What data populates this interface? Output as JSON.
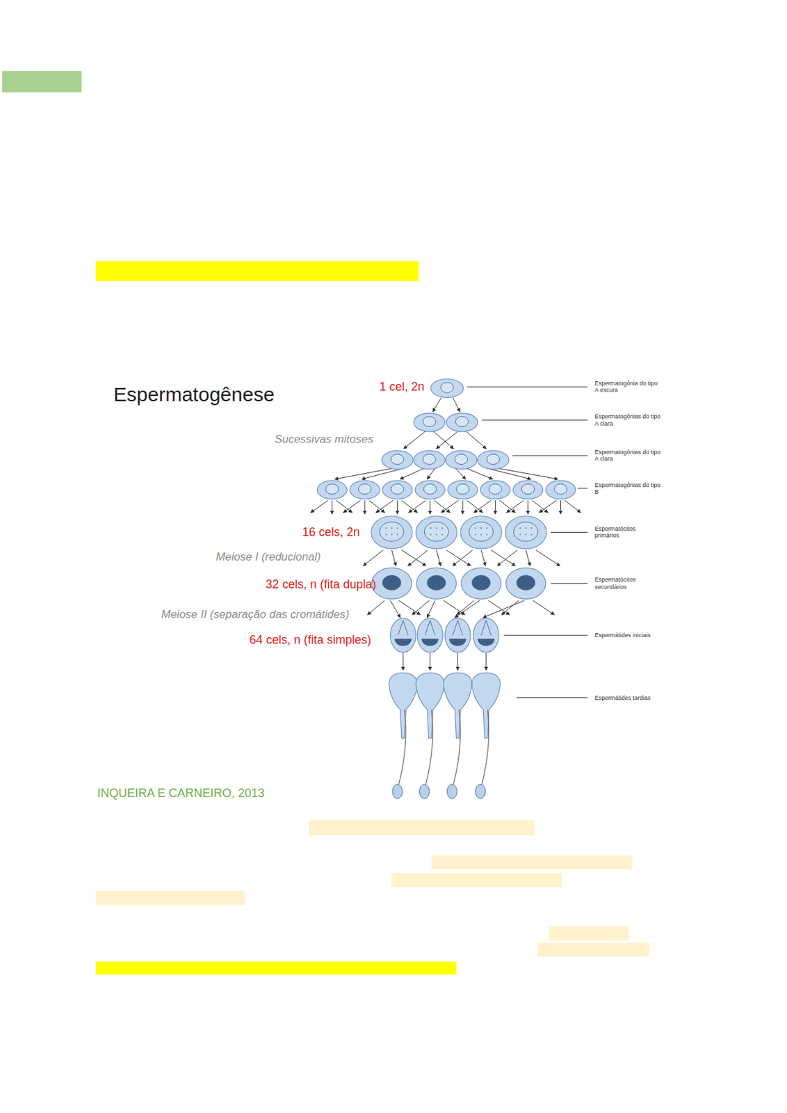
{
  "diagram": {
    "title": "Espermatogênese",
    "labels": [
      "1 cel, 2n",
      "Sucessivas mitoses",
      "16 cels, 2n",
      "Meiose I (reducional)",
      "32 cels, n (fita dupla)",
      "Meiose II (separação das cromátides)",
      "64 cels, n (fita simples)",
      "Espermatogônia do tipo A escura",
      "Espermatogônias do tipo A clara",
      "Espermatogônias do tipo A clara",
      "Espermatogônias do tipo B",
      "Espermatócitos primários",
      "Espermatócitos secundários",
      "Espermátides iniciais",
      "Espermátides tardias",
      "INQUEIRA E CARNEIRO, 2013"
    ]
  }
}
